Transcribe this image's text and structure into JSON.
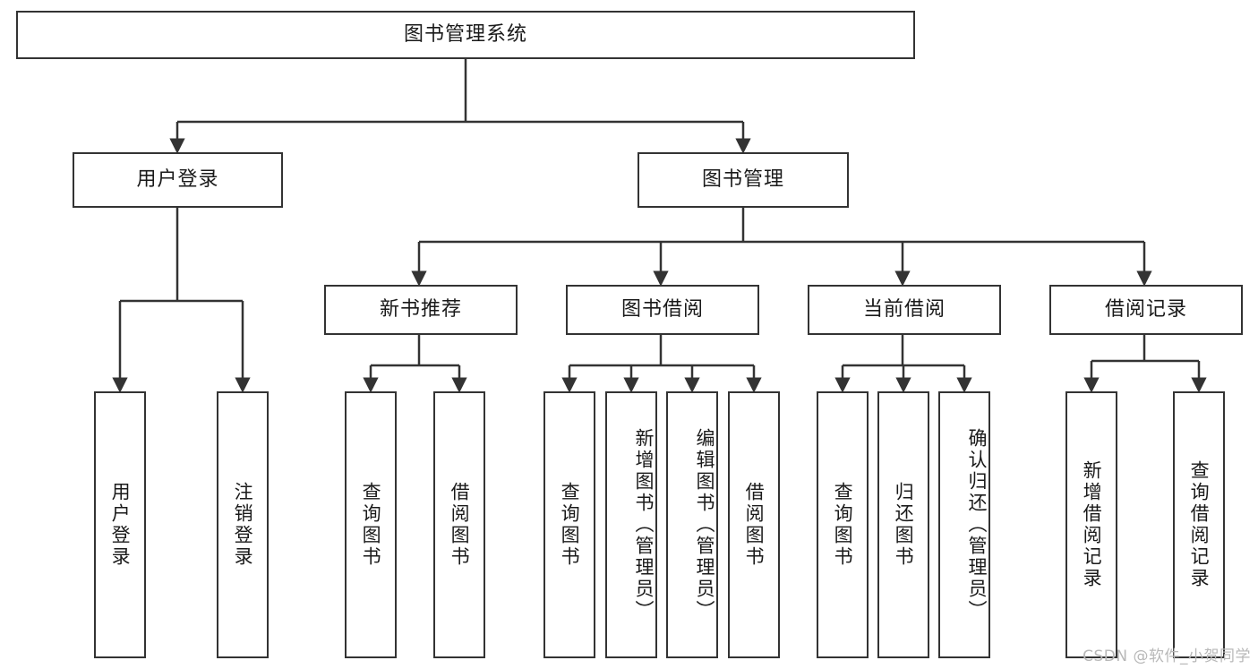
{
  "diagram": {
    "title": "图书管理系统",
    "type": "hierarchy-tree",
    "background_color": "#ffffff",
    "line_color": "#333333",
    "text_color": "#1a1a1a"
  },
  "root": {
    "label": "图书管理系统"
  },
  "tier2": [
    {
      "label": "用户登录"
    },
    {
      "label": "图书管理"
    }
  ],
  "tier3": [
    {
      "label": "新书推荐"
    },
    {
      "label": "图书借阅"
    },
    {
      "label": "当前借阅"
    },
    {
      "label": "借阅记录"
    }
  ],
  "leaves": {
    "user_login": [
      {
        "label": "用户登录"
      },
      {
        "label": "注销登录"
      }
    ],
    "new_book_recommend": [
      {
        "label": "查询图书"
      },
      {
        "label": "借阅图书"
      }
    ],
    "book_borrow": [
      {
        "label": "查询图书"
      },
      {
        "label": "新增图书（管理员）"
      },
      {
        "label": "编辑图书（管理员）"
      },
      {
        "label": "借阅图书"
      }
    ],
    "current_borrow": [
      {
        "label": "查询图书"
      },
      {
        "label": "归还图书"
      },
      {
        "label": "确认归还（管理员）"
      }
    ],
    "borrow_record": [
      {
        "label": "新增借阅记录"
      },
      {
        "label": "查询借阅记录"
      }
    ]
  },
  "watermark": {
    "text": "CSDN @软件_小贺同学"
  }
}
